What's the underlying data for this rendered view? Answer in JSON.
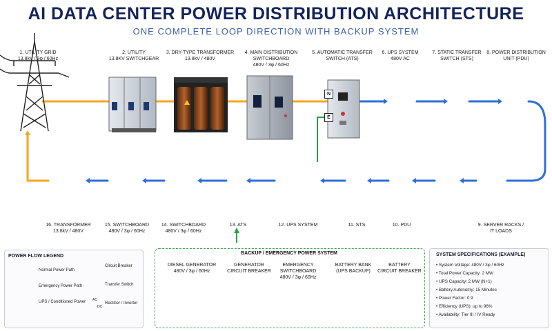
{
  "title": "AI DATA CENTER POWER DISTRIBUTION ARCHITECTURE",
  "subtitle": "ONE COMPLETE LOOP DIRECTION WITH BACKUP SYSTEM",
  "top_labels": [
    {
      "name": "1. UTILITY GRID",
      "spec": "13.8kV / 3φ / 60Hz"
    },
    {
      "name": "2. UTILITY",
      "spec": "13.8kV SWITCHGEAR"
    },
    {
      "name": "3. DRY-TYPE TRANSFORMER",
      "spec": "13.8kV / 480V"
    },
    {
      "name": "4. MAIN DISTRIBUTION",
      "spec": "SWITCHBOARD",
      "spec2": "480V / 3φ / 60Hz"
    },
    {
      "name": "5. AUTOMATIC TRANSFER",
      "spec": "SWITCH (ATS)"
    },
    {
      "name": "6. UPS SYSTEM",
      "spec": "480V AC"
    },
    {
      "name": "7. STATIC TRANSFER",
      "spec": "SWITCH (STS)"
    },
    {
      "name": "8. POWER DISTRIBUTION",
      "spec": "UNIT (PDU)"
    }
  ],
  "bottom_labels": [
    {
      "name": "16. TRANSFORMER",
      "spec": "13.8kV / 480V"
    },
    {
      "name": "15. SWITCHBOARD",
      "spec": "480V / 3φ / 60Hz"
    },
    {
      "name": "14. SWITCHBOARD",
      "spec": "480V / 3φ / 60Hz"
    },
    {
      "name": "13. ATS",
      "spec": ""
    },
    {
      "name": "12. UPS SYSTEM",
      "spec": ""
    },
    {
      "name": "11. STS",
      "spec": ""
    },
    {
      "name": "10. PDU",
      "spec": ""
    },
    {
      "name": "9. SERVER RACKS /",
      "spec": "IT LOADS"
    }
  ],
  "ats_tags": {
    "normal": "N",
    "emergency": "E"
  },
  "legend": {
    "title": "POWER FLOW LEGEND",
    "flows": [
      "Normal Power Path",
      "Emergency Power Path",
      "UPS / Conditioned Power"
    ],
    "symbols": [
      "Circuit Breaker",
      "Transfer Switch",
      "Rectifier / Inverter"
    ],
    "rect_ac": "AC",
    "rect_dc": "DC"
  },
  "backup": {
    "title": "BACKUP / EMERGENCY POWER SYSTEM",
    "items": [
      {
        "name": "DIESEL GENERATOR",
        "spec": "480V / 3φ / 60Hz"
      },
      {
        "name": "GENERATOR",
        "spec": "CIRCUIT BREAKER"
      },
      {
        "name": "EMERGENCY",
        "spec": "SWITCHBOARD",
        "spec2": "480V / 3φ / 60Hz"
      },
      {
        "name": "BATTERY BANK",
        "spec": "(UPS BACKUP)"
      },
      {
        "name": "BATTERY",
        "spec": "CIRCUIT BREAKER"
      }
    ]
  },
  "specs": {
    "title": "SYSTEM SPECIFICATIONS (EXAMPLE)",
    "items": [
      "System Voltage: 480V / 3φ / 60Hz",
      "Total Power Capacity: 2 MW",
      "UPS Capacity: 2 MW (N+1)",
      "Battery Autonomy: 15 Minutes",
      "Power Factor: 0.9",
      "Efficiency (UPS): up to 96%",
      "Availability: Tier III / IV Ready"
    ]
  },
  "colors": {
    "normal": "#f5a623",
    "emergency": "#2ea043",
    "ups": "#2f6fd6"
  }
}
